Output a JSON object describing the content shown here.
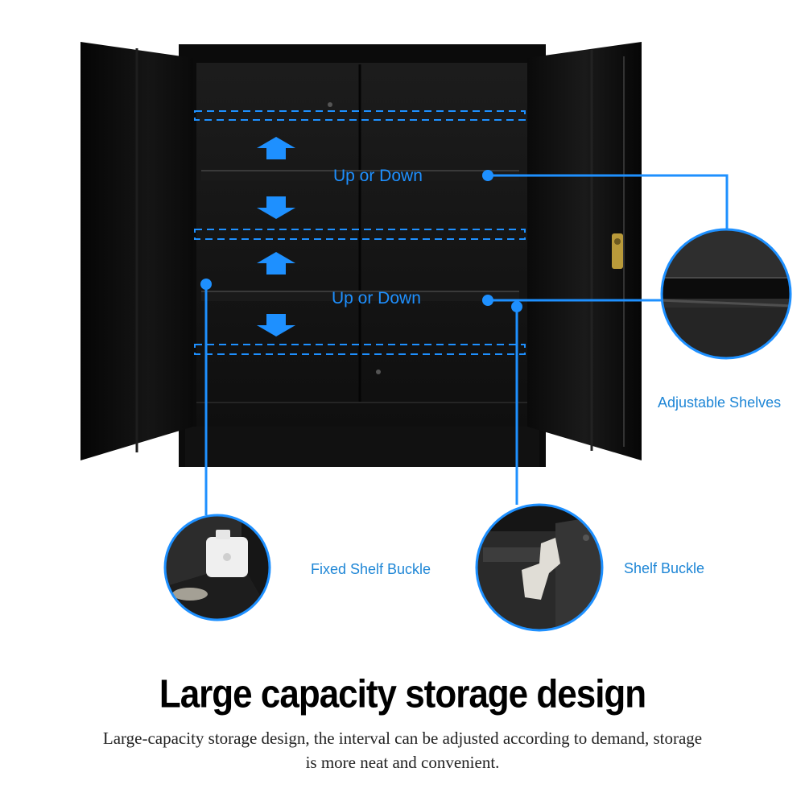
{
  "shelf_labels": [
    "Up or Down",
    "Up or Down"
  ],
  "callouts": {
    "adjustable": "Adjustable Shelves",
    "fixed_buckle": "Fixed Shelf Buckle",
    "shelf_buckle": "Shelf Buckle"
  },
  "headline": "Large capacity storage design",
  "caption": "Large-capacity storage design, the interval can be adjusted according to demand, storage is more neat and convenient.",
  "colors": {
    "accent": "#1e90ff",
    "cabinet": "#0b0b0b",
    "background": "#ffffff"
  }
}
